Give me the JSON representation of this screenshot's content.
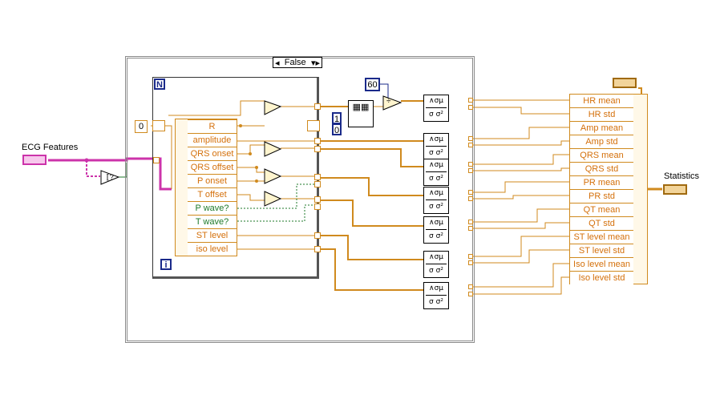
{
  "case_structure": {
    "selector": "False"
  },
  "for_loop": {
    "count_terminal": "N",
    "iteration_terminal": "i"
  },
  "inputs": {
    "ecg_features_label": "ECG Features",
    "index_constant": "0"
  },
  "unbundle_fields": [
    {
      "label": "R",
      "kind": "numeric"
    },
    {
      "label": "amplitude",
      "kind": "numeric"
    },
    {
      "label": "QRS onset",
      "kind": "numeric"
    },
    {
      "label": "QRS offset",
      "kind": "numeric"
    },
    {
      "label": "P onset",
      "kind": "numeric"
    },
    {
      "label": "T offset",
      "kind": "numeric"
    },
    {
      "label": "P wave?",
      "kind": "boolean"
    },
    {
      "label": "T wave?",
      "kind": "boolean"
    },
    {
      "label": "ST level",
      "kind": "numeric"
    },
    {
      "label": "iso level",
      "kind": "numeric"
    }
  ],
  "constants": {
    "sixty": "60",
    "one": "1",
    "zero": "0"
  },
  "stat_node": {
    "top_symbol": "∧σμ",
    "bottom_symbol": "σ σ²"
  },
  "output": {
    "label": "Statistics"
  },
  "bundle_fields": [
    "HR mean",
    "HR std",
    "Amp mean",
    "Amp std",
    "QRS mean",
    "QRS std",
    "PR mean",
    "PR std",
    "QT mean",
    "QT std",
    "ST level mean",
    "ST level std",
    "Iso level mean",
    "Iso level std"
  ],
  "colors": {
    "wire_orange": "#d08a1e",
    "wire_pink": "#cc33aa",
    "wire_green": "#1d7a2a",
    "border_dark": "#1a2a8a"
  }
}
